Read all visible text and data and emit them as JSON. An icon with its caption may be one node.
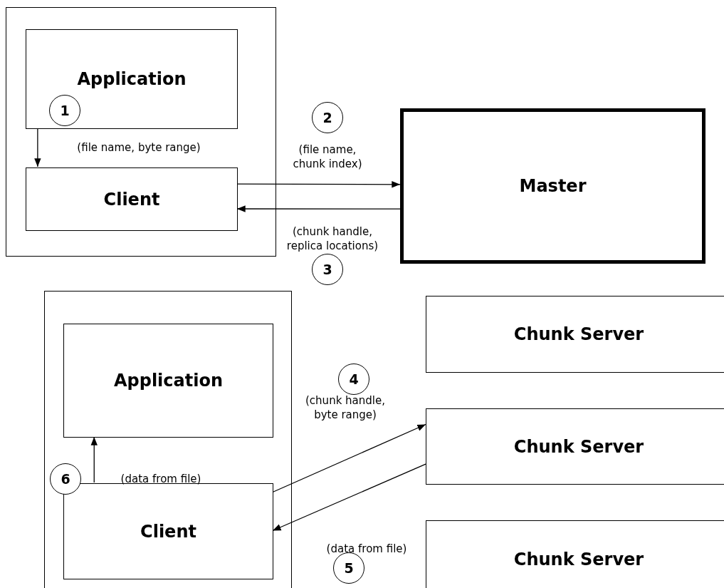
{
  "diagram": {
    "nodes": [
      {
        "text": [],
        "shape": "box"
      },
      {
        "text": [
          "Application"
        ],
        "in": 0
      },
      {
        "text": [
          "Client"
        ],
        "in": 0
      },
      {
        "text": [
          "Master"
        ]
      },
      {
        "text": [],
        "shape": "box"
      },
      {
        "text": [
          "Application"
        ],
        "in": 4
      },
      {
        "text": [
          "Client"
        ],
        "in": 4
      },
      {
        "text": [
          "Chunk Server"
        ]
      },
      {
        "text": [
          "Chunk Server"
        ]
      },
      {
        "text": [
          "Chunk Server"
        ]
      },
      {
        "text": [
          "1"
        ],
        "in": 1
      },
      {
        "text": [
          "2"
        ]
      },
      {
        "text": [
          "3"
        ]
      },
      {
        "text": [
          "4"
        ]
      },
      {
        "text": [
          "5"
        ]
      },
      {
        "text": [
          "6"
        ],
        "in": 4
      }
    ],
    "edges": [
      {
        "from": 1,
        "to": 2,
        "arrow": "to"
      },
      {
        "from": 2,
        "to": 3,
        "arrow": "to"
      },
      {
        "from": 3,
        "to": 2,
        "arrow": "to"
      },
      {
        "from": 6,
        "to": 8,
        "arrow": "to"
      },
      {
        "from": 8,
        "to": 6,
        "arrow": "to"
      },
      {
        "from": 6,
        "to": 5,
        "arrow": "to"
      }
    ],
    "labels": [
      "(file name, byte range)",
      "(file name, chunk index)",
      "(chunk handle, replica locations)",
      "(chunk handle, byte range)",
      "(data from file)",
      "(data from file)"
    ]
  }
}
